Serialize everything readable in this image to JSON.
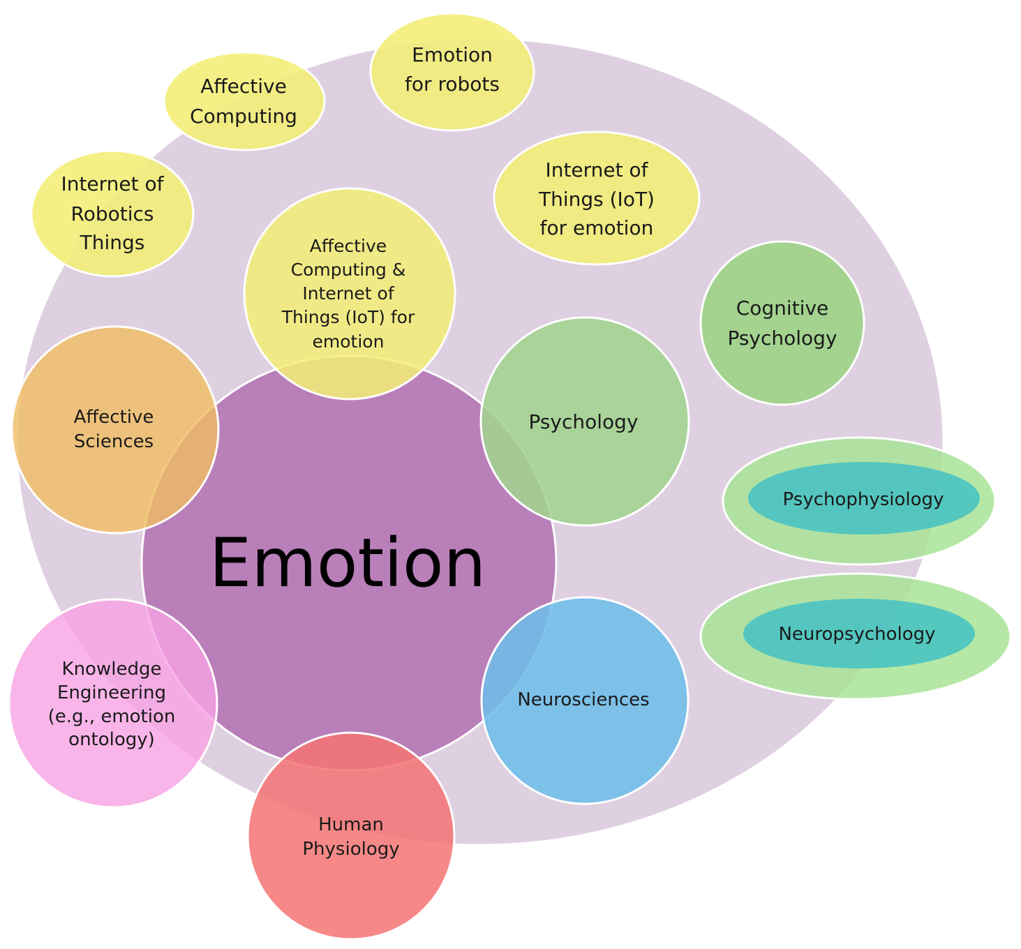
{
  "diagram": {
    "center": {
      "label": "Emotion",
      "color": "#b97fb9"
    },
    "outer_region": {
      "color": "#dfd0e1"
    },
    "nodes": [
      {
        "id": "emotion-for-robots",
        "lines": [
          "Emotion",
          "for robots"
        ],
        "color": "#f3ee75"
      },
      {
        "id": "affective-computing",
        "lines": [
          "Affective",
          "Computing"
        ],
        "color": "#f3ee75"
      },
      {
        "id": "internet-of-robotics-things",
        "lines": [
          "Internet of",
          "Robotics",
          "Things"
        ],
        "color": "#f3ee75"
      },
      {
        "id": "iot-for-emotion",
        "lines": [
          "Internet of",
          "Things (IoT)",
          "for emotion"
        ],
        "color": "#f3ee75"
      },
      {
        "id": "affective-computing-iot",
        "lines": [
          "Affective",
          "Computing &",
          "Internet of",
          "Things (IoT) for",
          "emotion"
        ],
        "color": "#f3ee75"
      },
      {
        "id": "cognitive-psychology",
        "lines": [
          "Cognitive",
          "Psychology"
        ],
        "color": "#a3d38f"
      },
      {
        "id": "psychology",
        "lines": [
          "Psychology"
        ],
        "color": "#a3d38f"
      },
      {
        "id": "psychophysiology",
        "lines": [
          "Psychophysiology"
        ],
        "color": "#4cc3c1",
        "ring_color": "#a8e496"
      },
      {
        "id": "neuropsychology",
        "lines": [
          "Neuropsychology"
        ],
        "color": "#4cc3c1",
        "ring_color": "#a8e496"
      },
      {
        "id": "affective-sciences",
        "lines": [
          "Affective",
          "Sciences"
        ],
        "color": "#f0bd62"
      },
      {
        "id": "neurosciences",
        "lines": [
          "Neurosciences"
        ],
        "color": "#6fbde8"
      },
      {
        "id": "knowledge-engineering",
        "lines": [
          "Knowledge",
          "Engineering",
          "(e.g., emotion",
          "ontology)"
        ],
        "color": "#f7a2e3"
      },
      {
        "id": "human-physiology",
        "lines": [
          "Human",
          "Physiology"
        ],
        "color": "#f57373"
      }
    ]
  }
}
